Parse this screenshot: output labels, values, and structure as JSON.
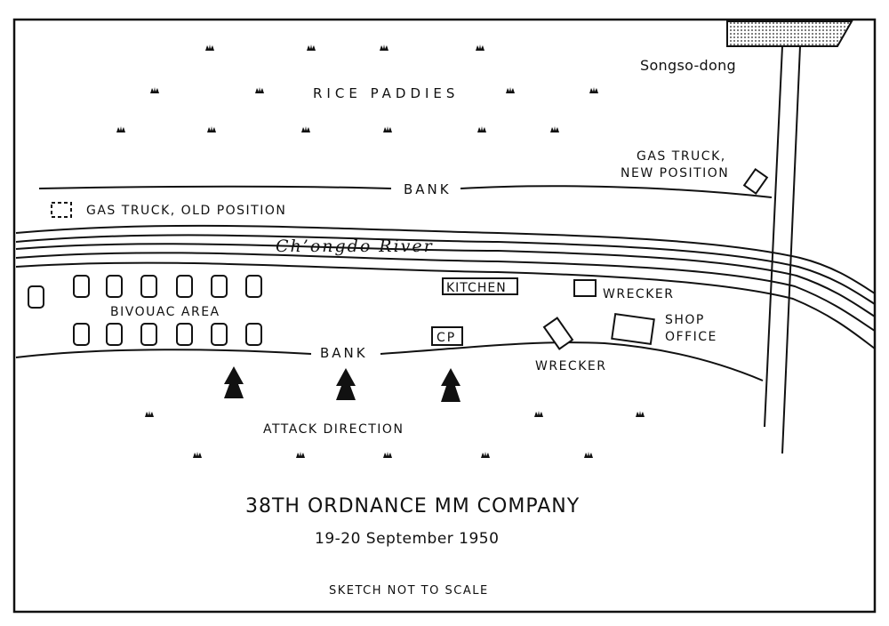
{
  "map": {
    "place_label": "Songso-dong",
    "rice_paddies_label": "RICE PADDIES",
    "bank_north_label": "BANK",
    "bank_south_label": "BANK",
    "gas_truck_new_label_line1": "GAS TRUCK,",
    "gas_truck_new_label_line2": "NEW POSITION",
    "gas_truck_old_label": "GAS TRUCK, OLD POSITION",
    "river_label": "Ch’ongdo River",
    "kitchen_label": "KITCHEN",
    "wrecker_upper_label": "WRECKER",
    "wrecker_lower_label": "WRECKER",
    "bivouac_label": "BIVOUAC AREA",
    "cp_label": "CP",
    "shop_office_line1": "SHOP",
    "shop_office_line2": "OFFICE",
    "attack_label": "ATTACK DIRECTION"
  },
  "caption": {
    "title": "38TH ORDNANCE MM COMPANY",
    "date": "19-20 September 1950",
    "note": "SKETCH NOT TO SCALE"
  },
  "colors": {
    "ink": "#111111",
    "paper": "#ffffff",
    "stipple": "#9a9a9a"
  }
}
